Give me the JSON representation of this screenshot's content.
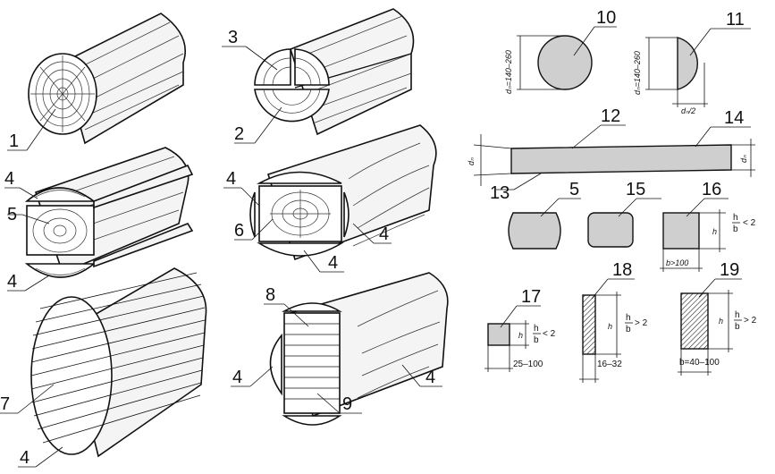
{
  "figure": {
    "labels": {
      "n1": "1",
      "n2": "2",
      "n3": "3",
      "n4a": "4",
      "n4b": "4",
      "n4c": "4",
      "n4d": "4",
      "n4e": "4",
      "n4f": "4",
      "n4g": "4",
      "n4h": "4",
      "n5a": "5",
      "n5b": "5",
      "n6": "6",
      "n7": "7",
      "n8": "8",
      "n9": "9",
      "n10": "10",
      "n11": "11",
      "n12": "12",
      "n13": "13",
      "n14": "14",
      "n15": "15",
      "n16": "16",
      "n17": "17",
      "n18": "18",
      "n19": "19"
    },
    "dims": {
      "d10": "dₙ=140–260",
      "d11": "dₙ=140–260",
      "d11_half": "dₙ/2",
      "d12_left": "dₙ",
      "d12_right": "dₙ",
      "h16": "h",
      "ratio16_num": "h",
      "ratio16_den": "b",
      "ratio16_op": "< 2",
      "b16": "b>100",
      "h17": "h",
      "ratio17_num": "h",
      "ratio17_den": "b",
      "ratio17_op": "< 2",
      "b17": "25–100",
      "h18": "h",
      "ratio18_num": "h",
      "ratio18_den": "b",
      "ratio18_op": "> 2",
      "b18": "16–32",
      "h19": "h",
      "ratio19_num": "h",
      "ratio19_den": "b",
      "ratio19_op": "> 2",
      "b19": "b=40–100"
    }
  }
}
